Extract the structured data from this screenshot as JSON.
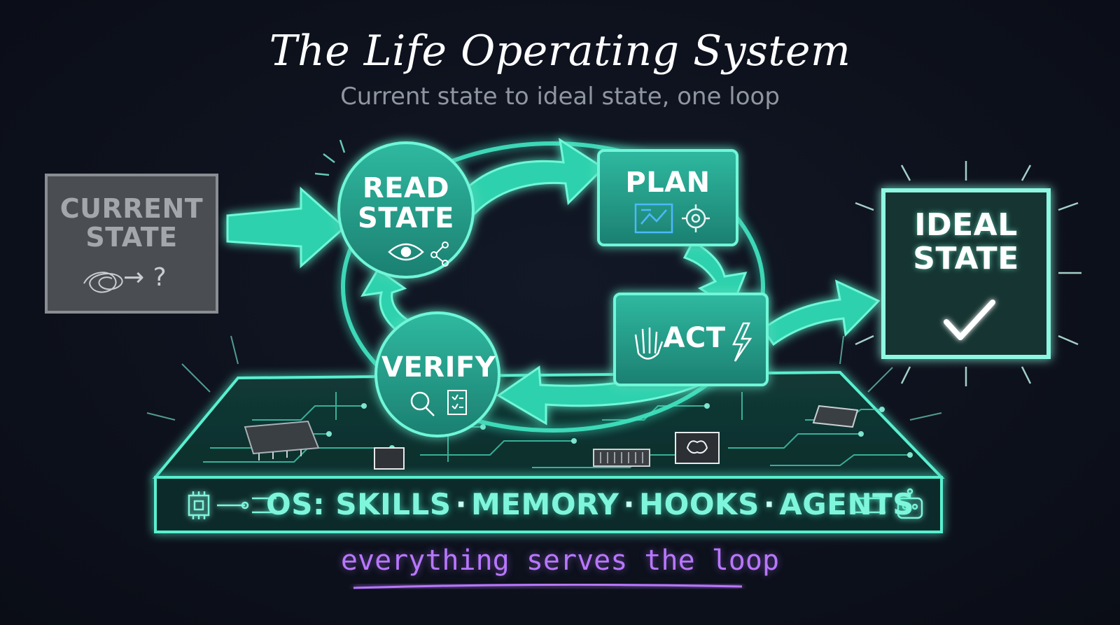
{
  "title": "The Life Operating System",
  "subtitle": "Current state to ideal state, one loop",
  "nodes": {
    "current_state": {
      "line1": "CURRENT",
      "line2": "STATE",
      "icon_text": "→ ?"
    },
    "read_state": {
      "line1": "READ",
      "line2": "STATE"
    },
    "plan": {
      "label": "PLAN"
    },
    "act": {
      "label": "ACT"
    },
    "verify": {
      "label": "VERIFY"
    },
    "ideal_state": {
      "line1": "IDEAL",
      "line2": "STATE"
    }
  },
  "os_bar": {
    "prefix": "OS:",
    "items": [
      "SKILLS",
      "MEMORY",
      "HOOKS",
      "AGENTS"
    ],
    "separator": "·"
  },
  "tagline": "everything serves the loop",
  "colors": {
    "background": "#0d111c",
    "teal": "#3fe3c0",
    "teal_dark": "#1f8c7c",
    "gray_box": "#4a4d52",
    "tagline": "#b877ff",
    "plan_icon": "#4db8ff"
  }
}
